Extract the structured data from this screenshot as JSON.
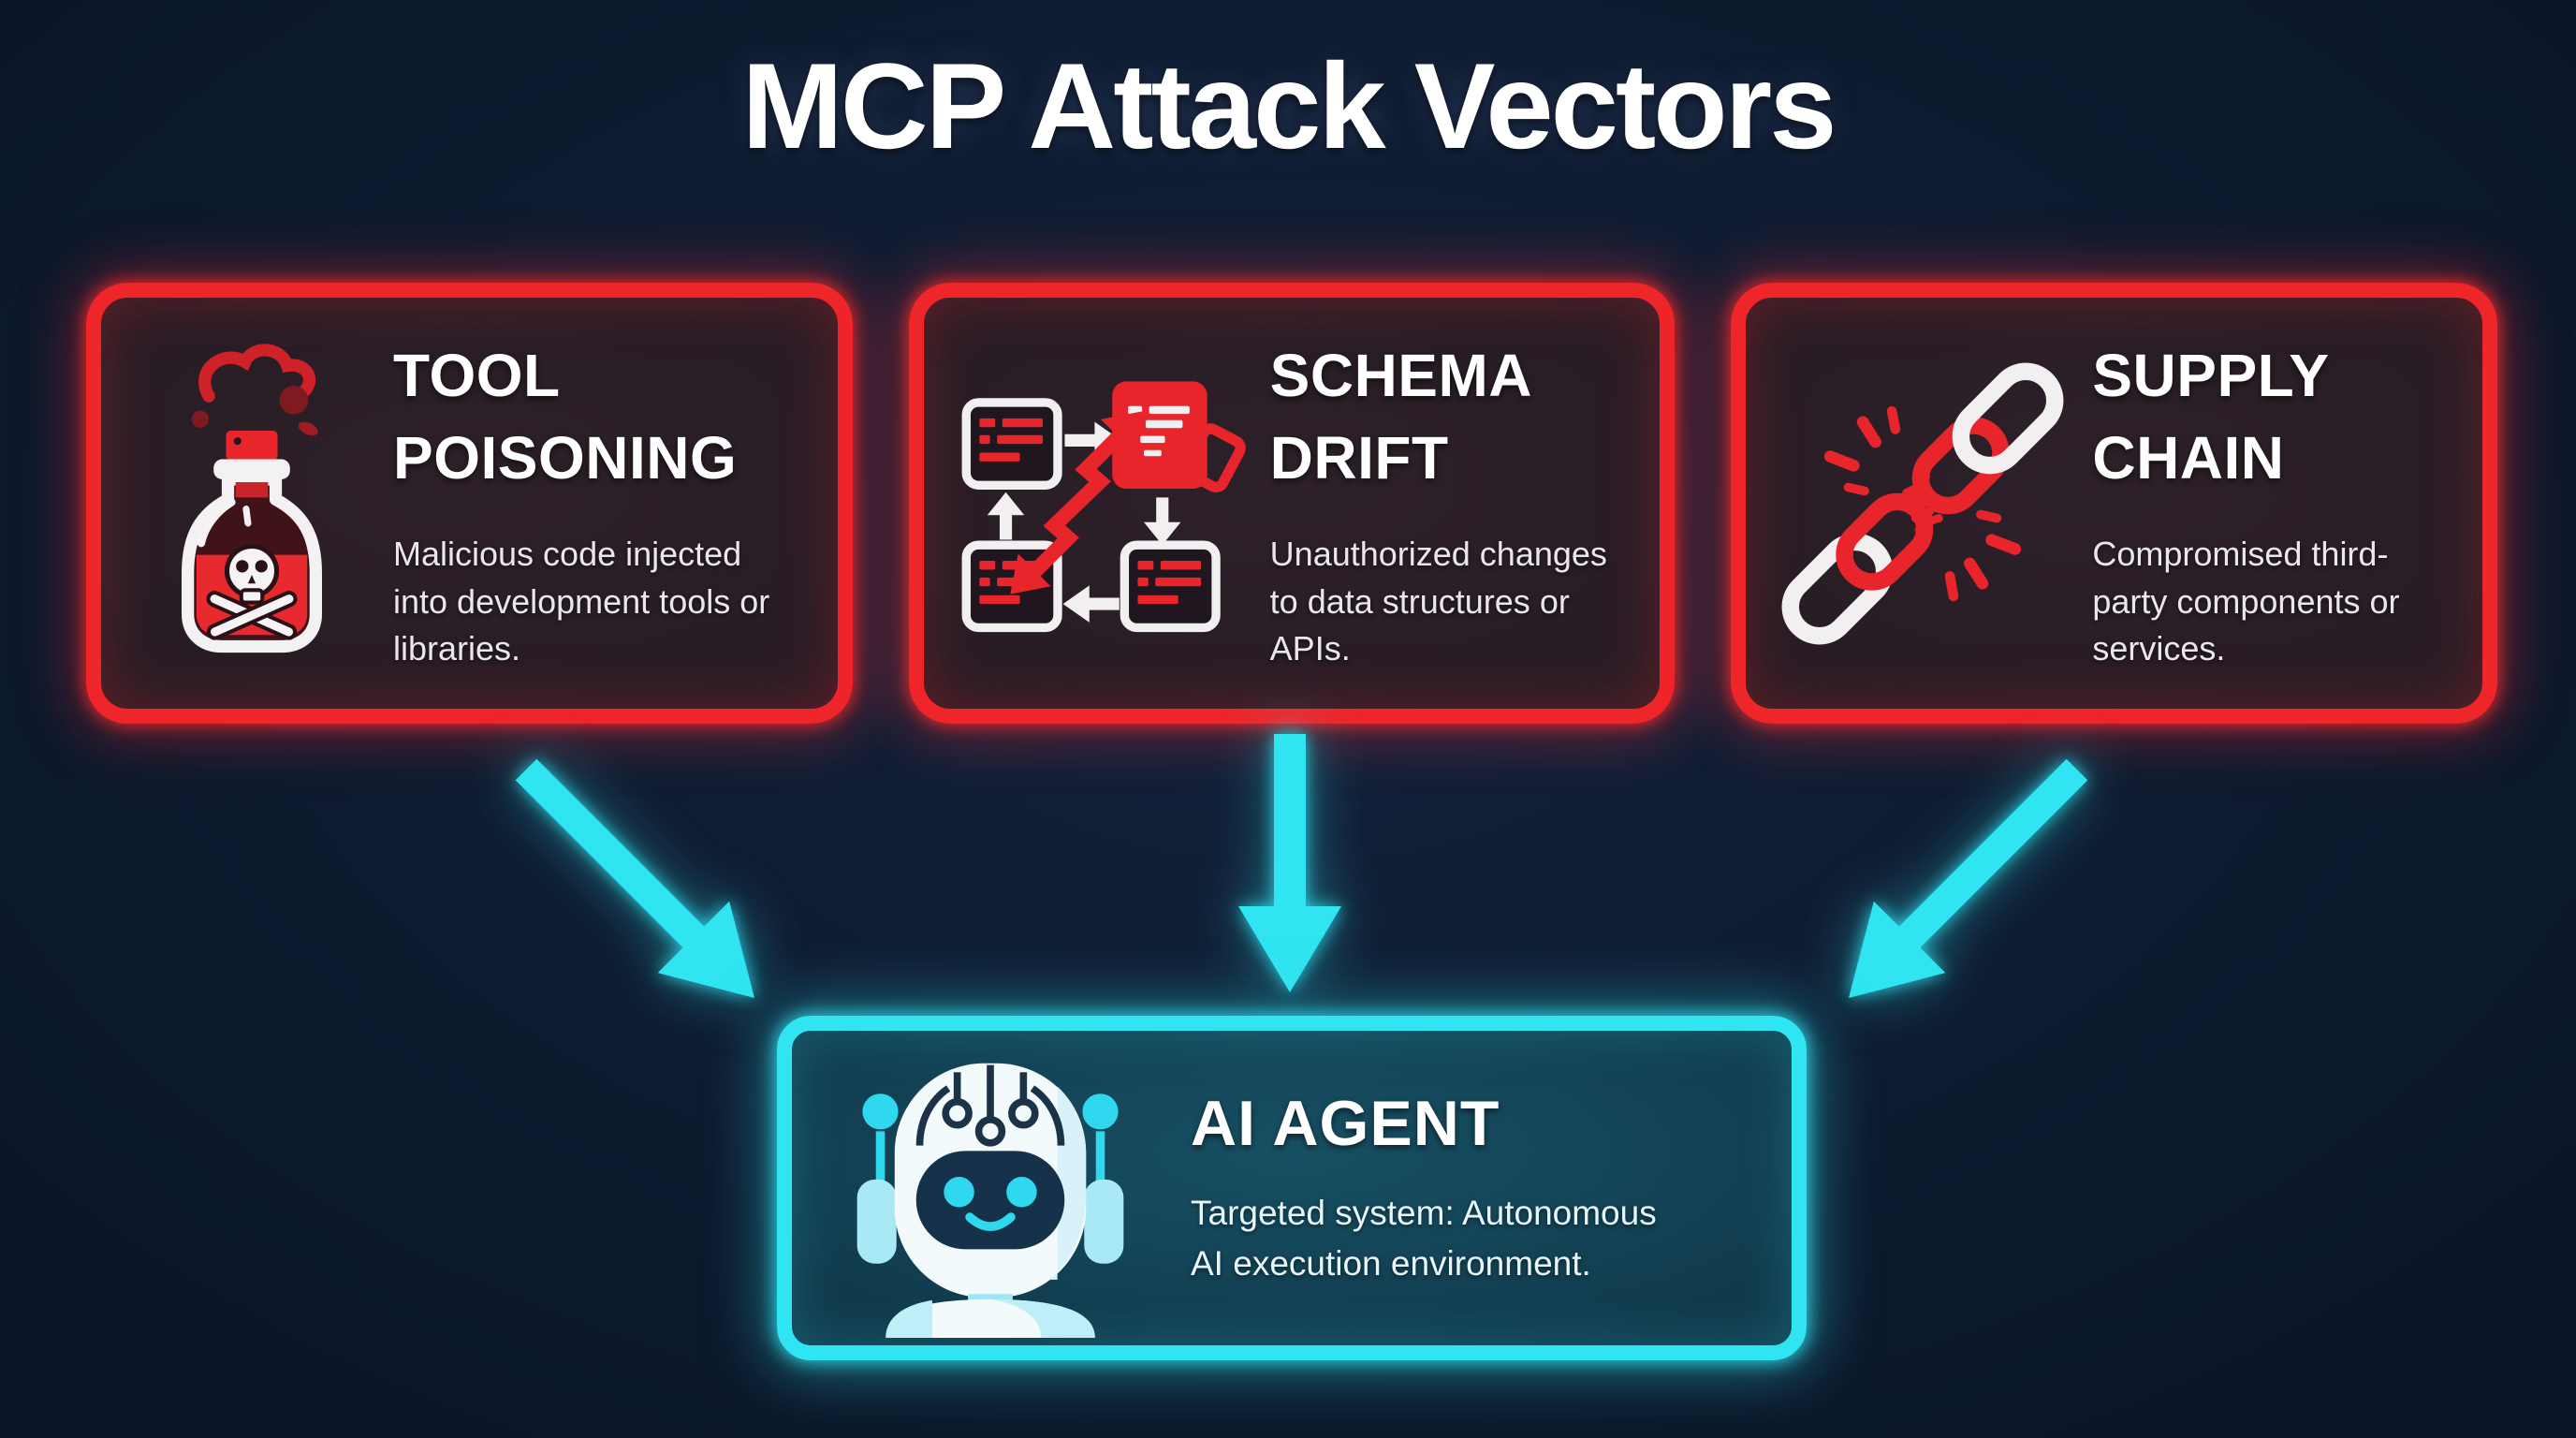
{
  "title": "MCP Attack Vectors",
  "theme": {
    "background": "#0e1b30",
    "danger_red": "#ee2529",
    "red_card_bg": "#271c25",
    "accent_cyan": "#31e4f1",
    "cyan_card_bg": "#113a4c",
    "title_text": "#ffffff",
    "body_text": "#eae7ec"
  },
  "attack_cards": [
    {
      "title": "TOOL POISONING",
      "description": "Malicious code injected into development tools or libraries.",
      "icon": "poison-bottle-icon"
    },
    {
      "title": "SCHEMA DRIFT",
      "description": "Unauthorized changes to data structures or APIs.",
      "icon": "schema-drift-icon"
    },
    {
      "title": "SUPPLY CHAIN",
      "description": "Compromised third-party components or services.",
      "icon": "broken-chain-icon"
    }
  ],
  "arrows": [
    {
      "name": "arrow-from-tool-poisoning",
      "direction": "down-right"
    },
    {
      "name": "arrow-from-schema-drift",
      "direction": "down"
    },
    {
      "name": "arrow-from-supply-chain",
      "direction": "down-left"
    }
  ],
  "target_card": {
    "title": "AI AGENT",
    "description": "Targeted system: Autonomous AI execution environment.",
    "icon": "robot-icon"
  }
}
